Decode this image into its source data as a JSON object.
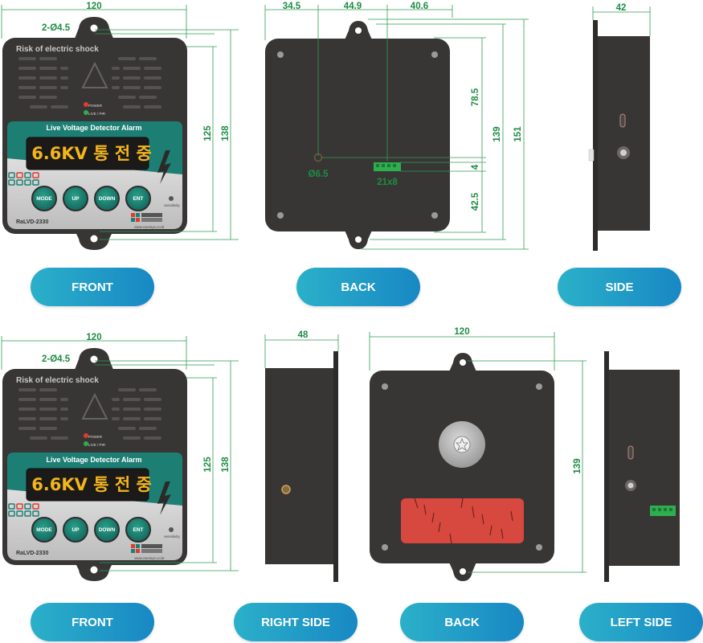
{
  "view_labels": {
    "front": "FRONT",
    "back": "BACK",
    "side": "SIDE",
    "right_side": "RIGHT SIDE",
    "left_side": "LEFT SIDE"
  },
  "device": {
    "warning": "Risk of electric shock",
    "panel_title": "Live Voltage Detector Alarm",
    "display": "6.6KV 통 전 중",
    "power_label": "POWER",
    "live_label": "LIVE / PIR",
    "buttons": [
      "MODE",
      "UP",
      "DOWN",
      "ENT"
    ],
    "model": "RaLVD-2330",
    "sensitivity": "sensitivity",
    "website": "www.raonsys.co.kr"
  },
  "dimensions": {
    "front_width": "120",
    "hole_spec": "2-Ø4.5",
    "front_height_inner": "125",
    "front_height_outer": "138",
    "back_seg1": "34.5",
    "back_seg2": "44.9",
    "back_seg3": "40.6",
    "back_h1": "78.5",
    "back_h2": "4",
    "back_h3": "42.5",
    "back_total1": "139",
    "back_total2": "151",
    "back_hole": "Ø6.5",
    "back_connector": "21x8",
    "side_depth": "42",
    "right_side_depth": "48",
    "back2_width": "120",
    "back2_height": "139"
  },
  "colors": {
    "dimension_line": "#2e9e52",
    "enclosure": "#383635",
    "panel_teal": "#1d7f74",
    "display_text": "#f3b51d",
    "pill_start": "#2bb0c9",
    "pill_end": "#1888c4",
    "gasket": "#d7483f"
  }
}
